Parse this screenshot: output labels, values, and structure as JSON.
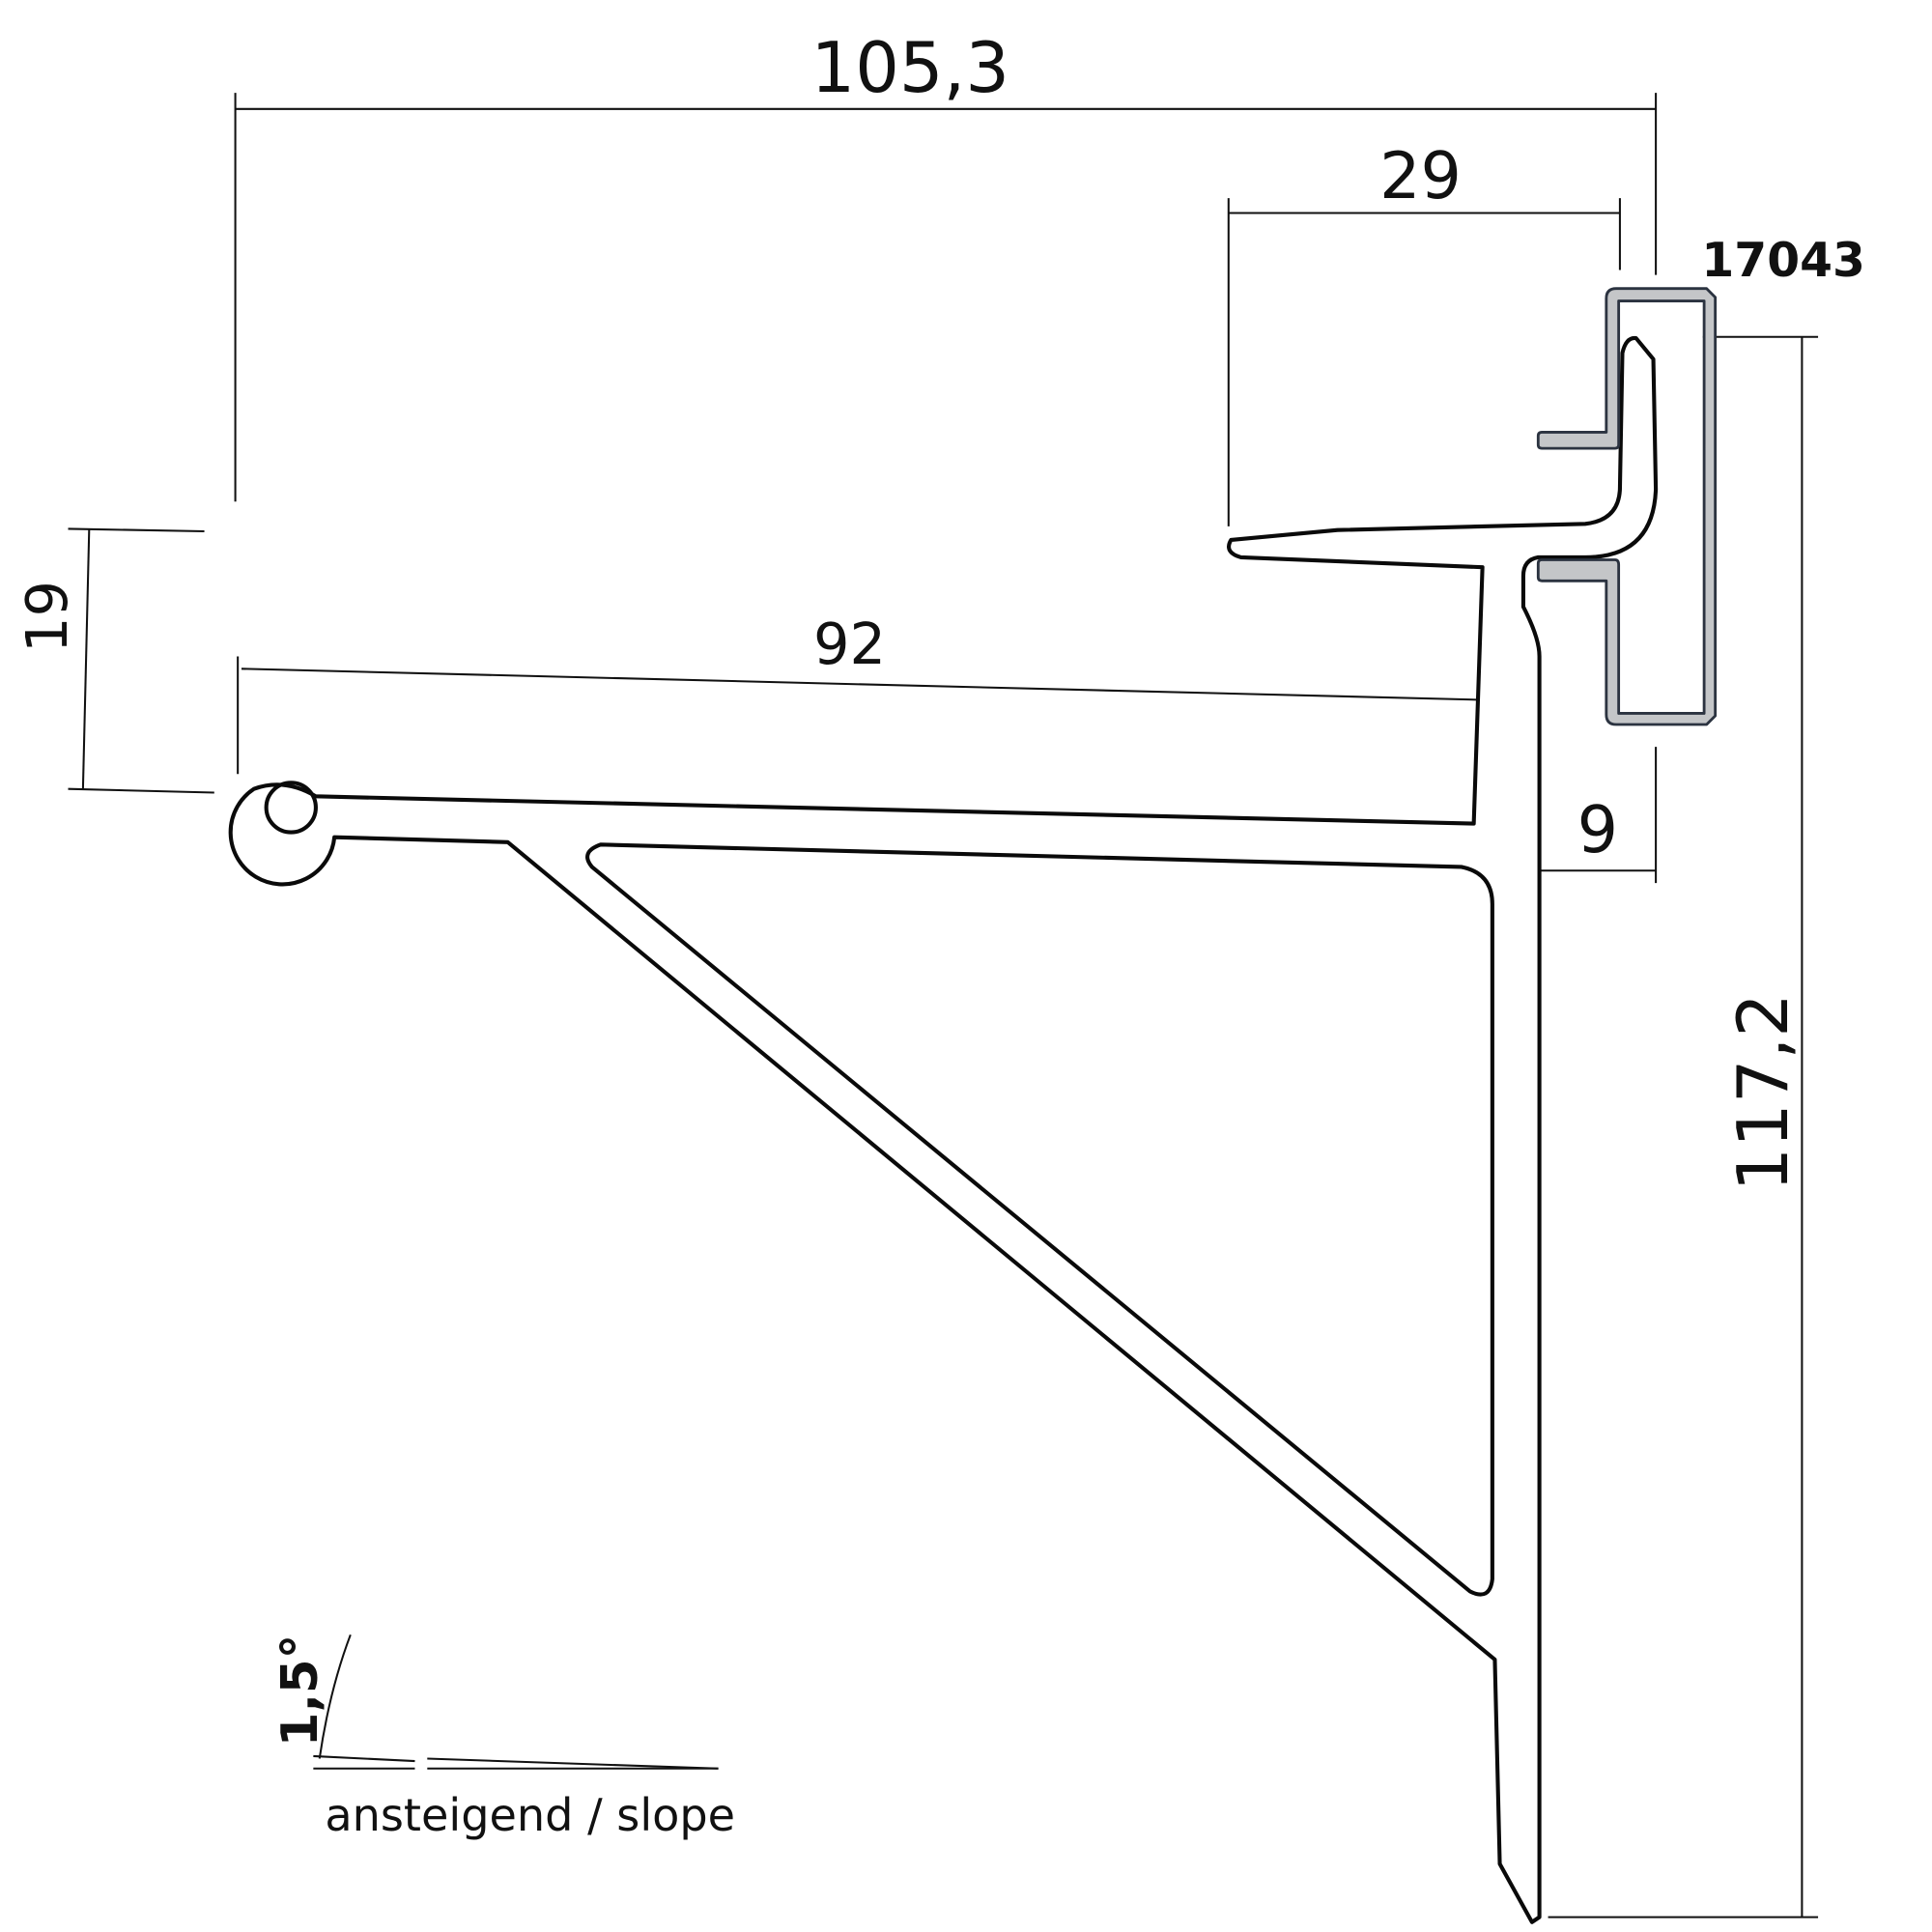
{
  "dimensions": {
    "overall_width": "105,3",
    "top_lip_width": "29",
    "arm_length": "92",
    "arm_height": "19",
    "total_height": "117,2",
    "wall_offset": "9"
  },
  "clip_part_number": "17043",
  "slope": {
    "angle": "1,5°",
    "label": "ansteigend / slope"
  },
  "colors": {
    "clip_fill": "#c4c6c8",
    "clip_stroke": "#2b3340",
    "line": "#0a0a0a"
  }
}
